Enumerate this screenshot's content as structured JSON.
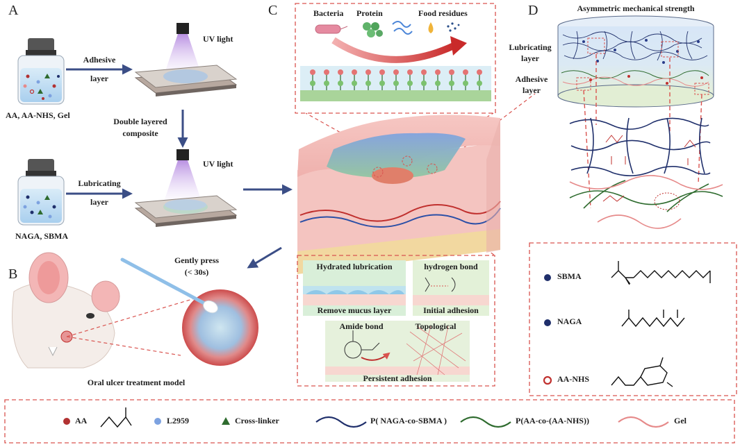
{
  "panels": {
    "a": "A",
    "b": "B",
    "c": "C",
    "d": "D"
  },
  "panel_a": {
    "vial1_caption": "AA, AA-NHS, Gel",
    "vial2_caption": "NAGA, SBMA",
    "arrow1_line1": "Adhesive",
    "arrow1_line2": "layer",
    "arrow2_line1": "Lubricating",
    "arrow2_line2": "layer",
    "uv1": "UV light",
    "uv2": "UV light",
    "composite_line1": "Double layered",
    "composite_line2": "composite"
  },
  "panel_b": {
    "press_line1": "Gently press",
    "press_line2": "(< 30s)",
    "model_caption": "Oral ulcer treatment model"
  },
  "panel_c": {
    "bacteria": "Bacteria",
    "protein": "Protein",
    "food": "Food residues",
    "hydrated": "Hydrated lubrication",
    "remove_mucus": "Remove mucus layer",
    "hbond": "hydrogen bond",
    "initial": "Initial adhesion",
    "amide": "Amide bond",
    "topological": "Topological",
    "persistent": "Persistent adhesion"
  },
  "panel_d": {
    "title": "Asymmetric mechanical strength",
    "lub_line1": "Lubricating",
    "lub_line2": "layer",
    "adh_line1": "Adhesive",
    "adh_line2": "layer"
  },
  "molecules": {
    "sbma": "SBMA",
    "naga": "NAGA",
    "aanhs": "AA-NHS"
  },
  "legend": {
    "aa": "AA",
    "l2959": "L2959",
    "crosslinker": "Cross-linker",
    "p_naga": "P( NAGA-co-SBMA )",
    "p_aa": "P(AA-co-(AA-NHS))",
    "gel": "Gel"
  },
  "colors": {
    "navy": "#1f2f6b",
    "red": "#c0302e",
    "dash_red": "#d9534f",
    "green": "#2e6b2e",
    "pink": "#e68a8a",
    "arrow_blue": "#3b4e86"
  }
}
